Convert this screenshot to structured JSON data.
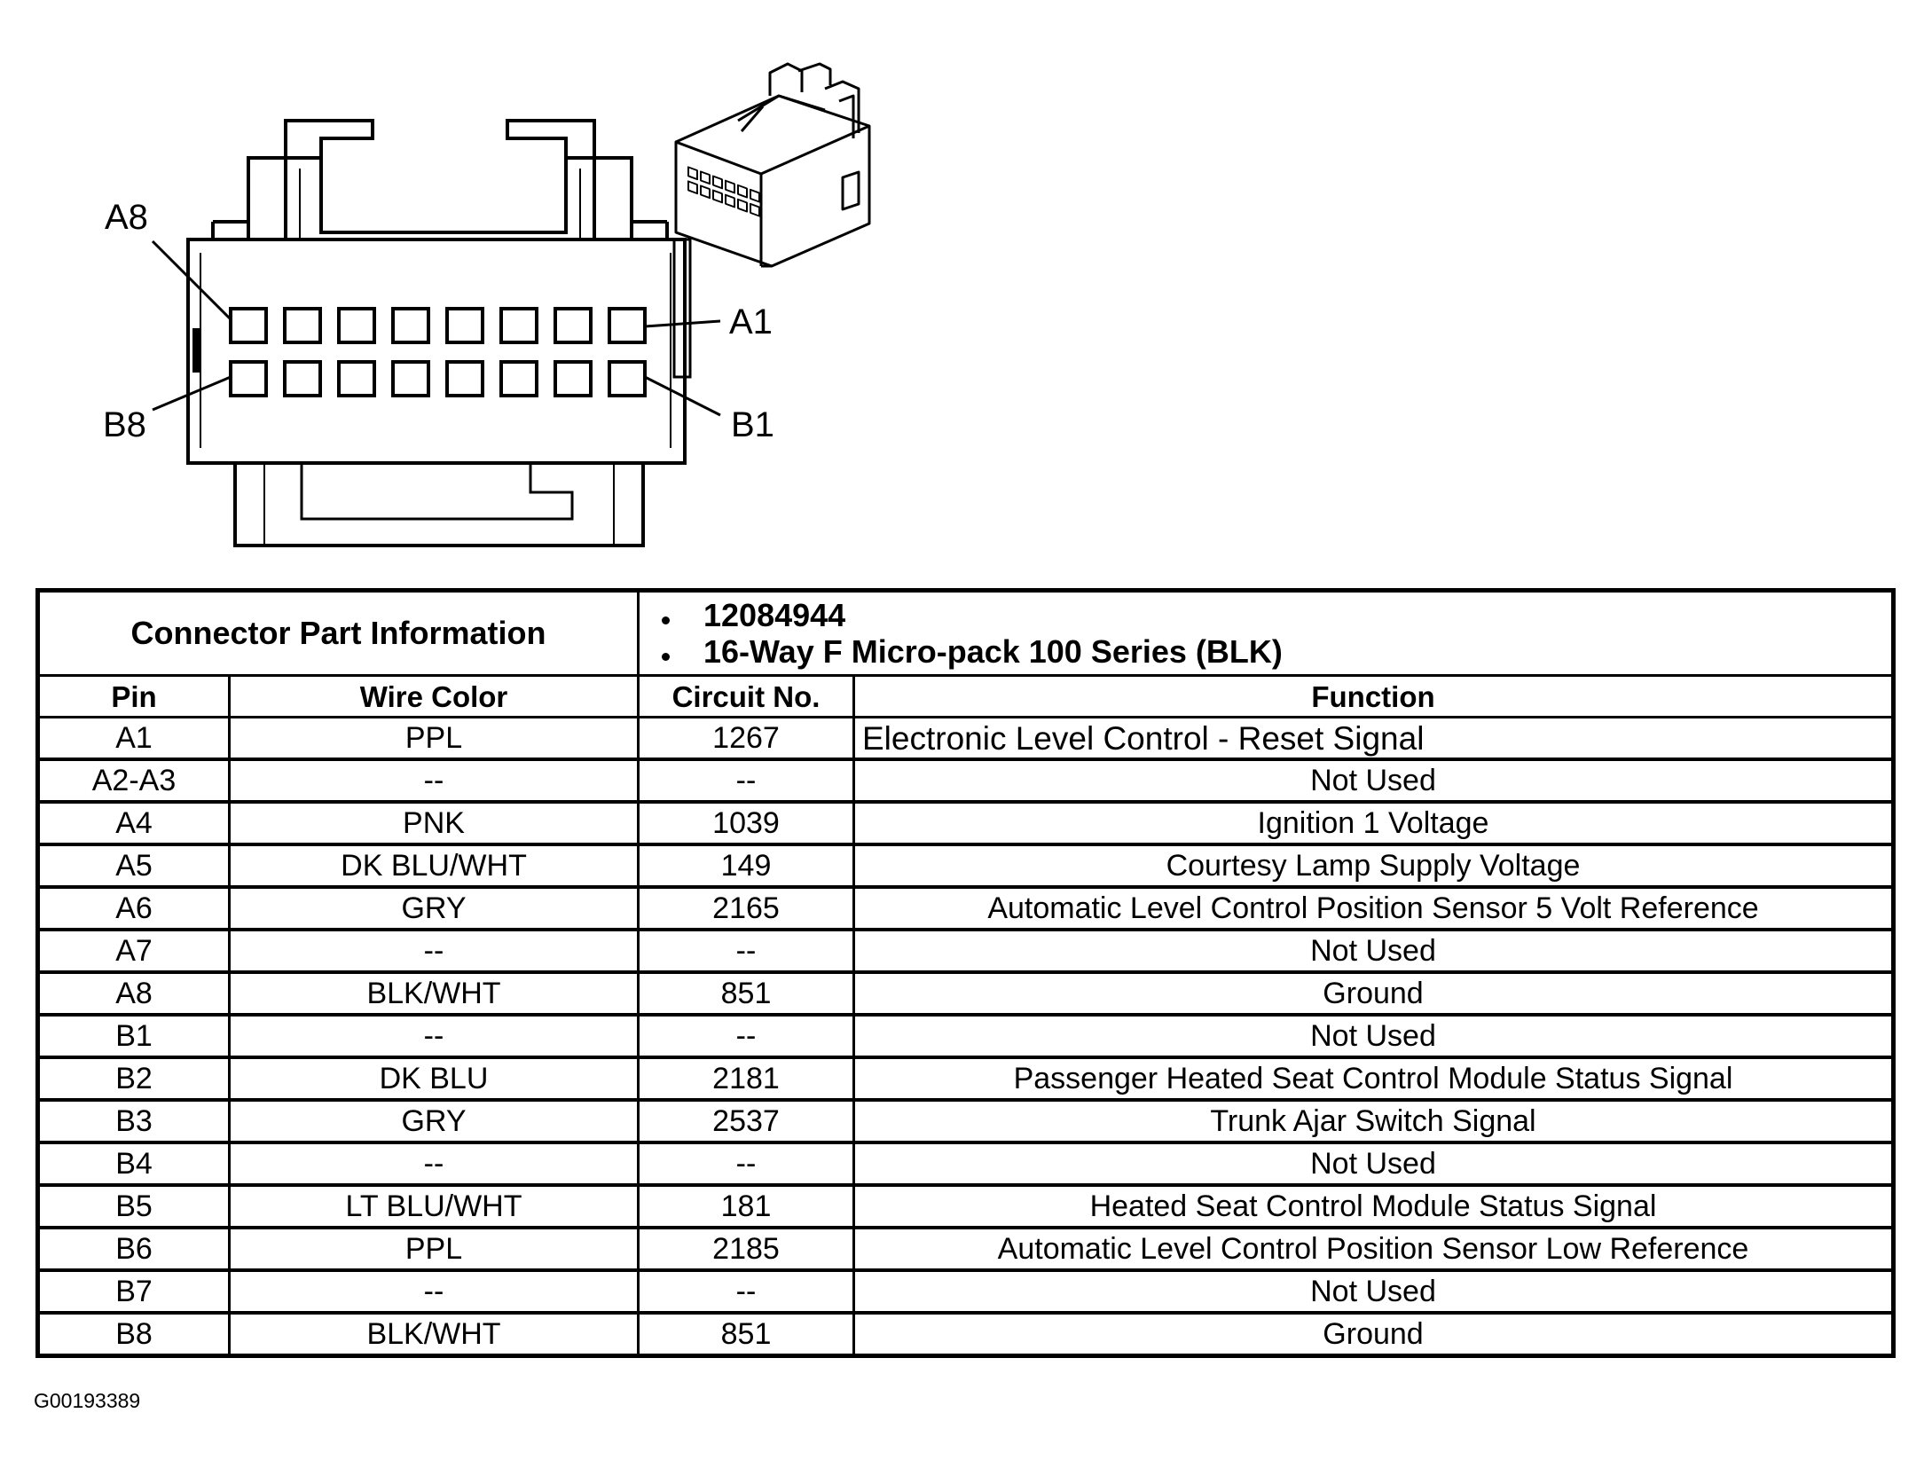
{
  "diagram": {
    "pin_labels": {
      "a8": "A8",
      "a1": "A1",
      "b8": "B8",
      "b1": "B1"
    }
  },
  "part_info": {
    "title": "Connector Part Information",
    "items": [
      "12084944",
      "16-Way F Micro-pack 100 Series (BLK)"
    ]
  },
  "columns": {
    "pin": "Pin",
    "wire_color": "Wire Color",
    "circuit": "Circuit No.",
    "function": "Function"
  },
  "rows": [
    {
      "pin": "A1",
      "wire_color": "PPL",
      "circuit": "1267",
      "function": "Electronic Level Control - Reset Signal"
    },
    {
      "pin": "A2-A3",
      "wire_color": "--",
      "circuit": "--",
      "function": "Not Used"
    },
    {
      "pin": "A4",
      "wire_color": "PNK",
      "circuit": "1039",
      "function": "Ignition 1 Voltage"
    },
    {
      "pin": "A5",
      "wire_color": "DK BLU/WHT",
      "circuit": "149",
      "function": "Courtesy Lamp Supply Voltage"
    },
    {
      "pin": "A6",
      "wire_color": "GRY",
      "circuit": "2165",
      "function": "Automatic Level Control Position Sensor 5 Volt Reference"
    },
    {
      "pin": "A7",
      "wire_color": "--",
      "circuit": "--",
      "function": "Not Used"
    },
    {
      "pin": "A8",
      "wire_color": "BLK/WHT",
      "circuit": "851",
      "function": "Ground"
    },
    {
      "pin": "B1",
      "wire_color": "--",
      "circuit": "--",
      "function": "Not Used"
    },
    {
      "pin": "B2",
      "wire_color": "DK BLU",
      "circuit": "2181",
      "function": "Passenger Heated Seat Control Module Status Signal"
    },
    {
      "pin": "B3",
      "wire_color": "GRY",
      "circuit": "2537",
      "function": "Trunk Ajar Switch Signal"
    },
    {
      "pin": "B4",
      "wire_color": "--",
      "circuit": "--",
      "function": "Not Used"
    },
    {
      "pin": "B5",
      "wire_color": "LT BLU/WHT",
      "circuit": "181",
      "function": "Heated Seat Control Module Status Signal"
    },
    {
      "pin": "B6",
      "wire_color": "PPL",
      "circuit": "2185",
      "function": "Automatic Level Control Position Sensor Low Reference"
    },
    {
      "pin": "B7",
      "wire_color": "--",
      "circuit": "--",
      "function": "Not Used"
    },
    {
      "pin": "B8",
      "wire_color": "BLK/WHT",
      "circuit": "851",
      "function": "Ground"
    }
  ],
  "footer": {
    "code": "G00193389"
  }
}
